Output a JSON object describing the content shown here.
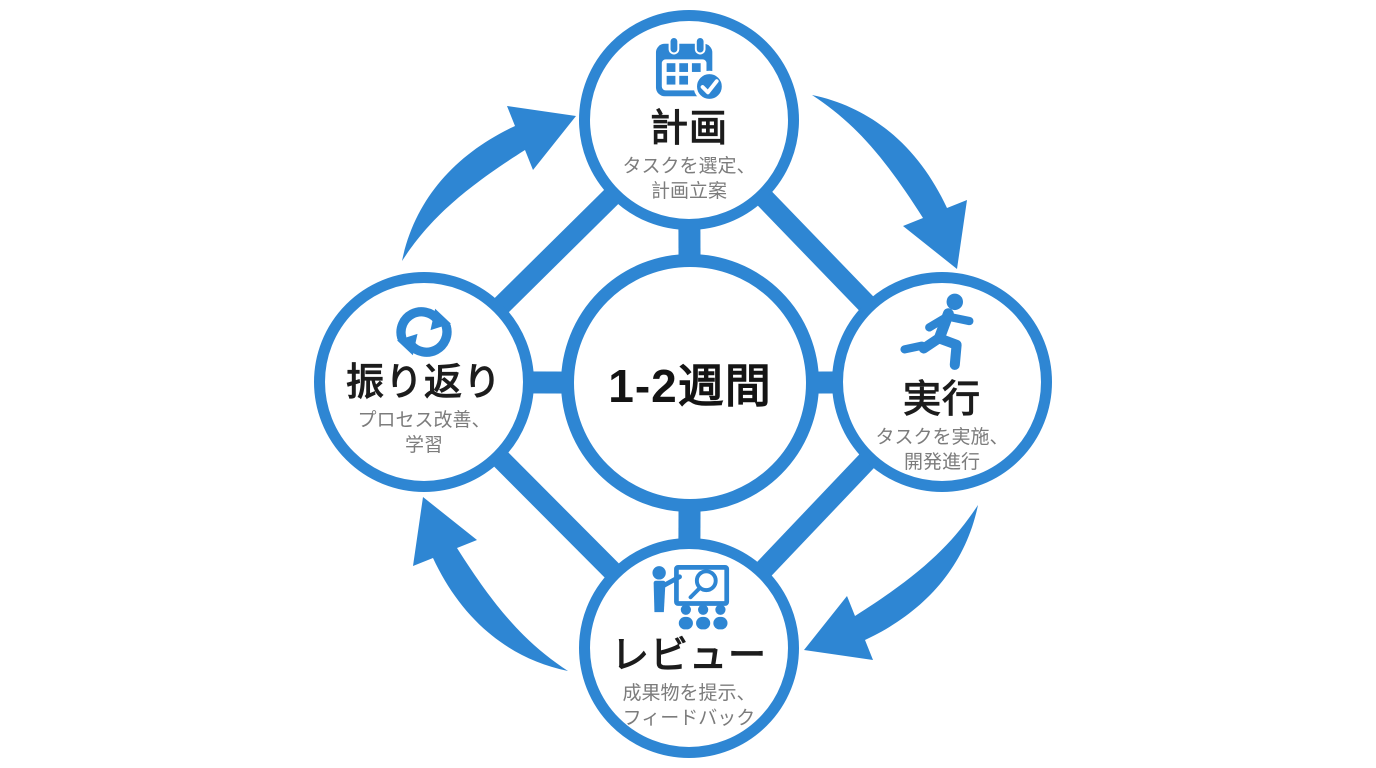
{
  "diagram": {
    "name": "sprint-cycle",
    "center": {
      "label": "1-2週間"
    },
    "nodes": [
      {
        "id": "plan",
        "title": "計画",
        "desc_lines": [
          "タスクを選定、",
          "計画立案"
        ],
        "icon": "calendar-check-icon",
        "position": "top"
      },
      {
        "id": "execute",
        "title": "実行",
        "desc_lines": [
          "タスクを実施、",
          "開発進行"
        ],
        "icon": "runner-icon",
        "position": "right"
      },
      {
        "id": "review",
        "title": "レビュー",
        "desc_lines": [
          "成果物を提示、",
          "フィードバック"
        ],
        "icon": "presentation-icon",
        "position": "bottom"
      },
      {
        "id": "retrospective",
        "title": "振り返り",
        "desc_lines": [
          "プロセス改善、",
          "学習"
        ],
        "icon": "sync-icon",
        "position": "left"
      }
    ],
    "flow": [
      "計画",
      "実行",
      "レビュー",
      "振り返り"
    ],
    "colors": {
      "accent": "#2e86d3",
      "title_text": "#1c1c1c",
      "subtitle_text": "#7c7c7c",
      "background": "#ffffff"
    }
  }
}
